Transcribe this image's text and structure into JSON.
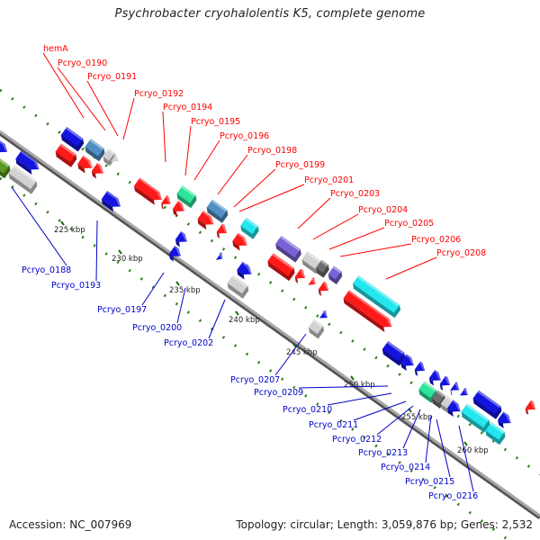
{
  "title": "Psychrobacter cryohalolentis K5, complete genome",
  "footer": {
    "accession": "Accession: NC_007969",
    "summary": "Topology: circular; Length: 3,059,876 bp; Genes: 2,532"
  },
  "colors": {
    "backbone": "#8f8f8f",
    "tick": "#2e7d1b",
    "forward_label": "#ff0000",
    "reverse_label": "#0000c8",
    "gene_red": "#ff1a1a",
    "gene_blue": "#1414e0",
    "gene_steelblue": "#4f8fc4",
    "gene_lightgray": "#d2d2d2",
    "gene_darkgray": "#6e6e6e",
    "gene_teal": "#2ee39a",
    "gene_cyan": "#24e6ee",
    "gene_purple": "#7a62d6",
    "gene_olive": "#5a9a20"
  },
  "scale_labels": [
    "225 kbp",
    "230 kbp",
    "235 kbp",
    "240 kbp",
    "245 kbp",
    "250 kbp",
    "255 kbp",
    "260 kbp"
  ],
  "forward_labels": [
    "hemA",
    "Pcryo_0190",
    "Pcryo_0191",
    "Pcryo_0192",
    "Pcryo_0194",
    "Pcryo_0195",
    "Pcryo_0196",
    "Pcryo_0198",
    "Pcryo_0199",
    "Pcryo_0201",
    "Pcryo_0203",
    "Pcryo_0204",
    "Pcryo_0205",
    "Pcryo_0206",
    "Pcryo_0208"
  ],
  "reverse_labels": [
    "Pcryo_0188",
    "Pcryo_0193",
    "Pcryo_0197",
    "Pcryo_0200",
    "Pcryo_0202",
    "Pcryo_0207",
    "Pcryo_0209",
    "Pcryo_0210",
    "Pcryo_0211",
    "Pcryo_0212",
    "Pcryo_0213",
    "Pcryo_0214",
    "Pcryo_0215",
    "Pcryo_0216"
  ]
}
